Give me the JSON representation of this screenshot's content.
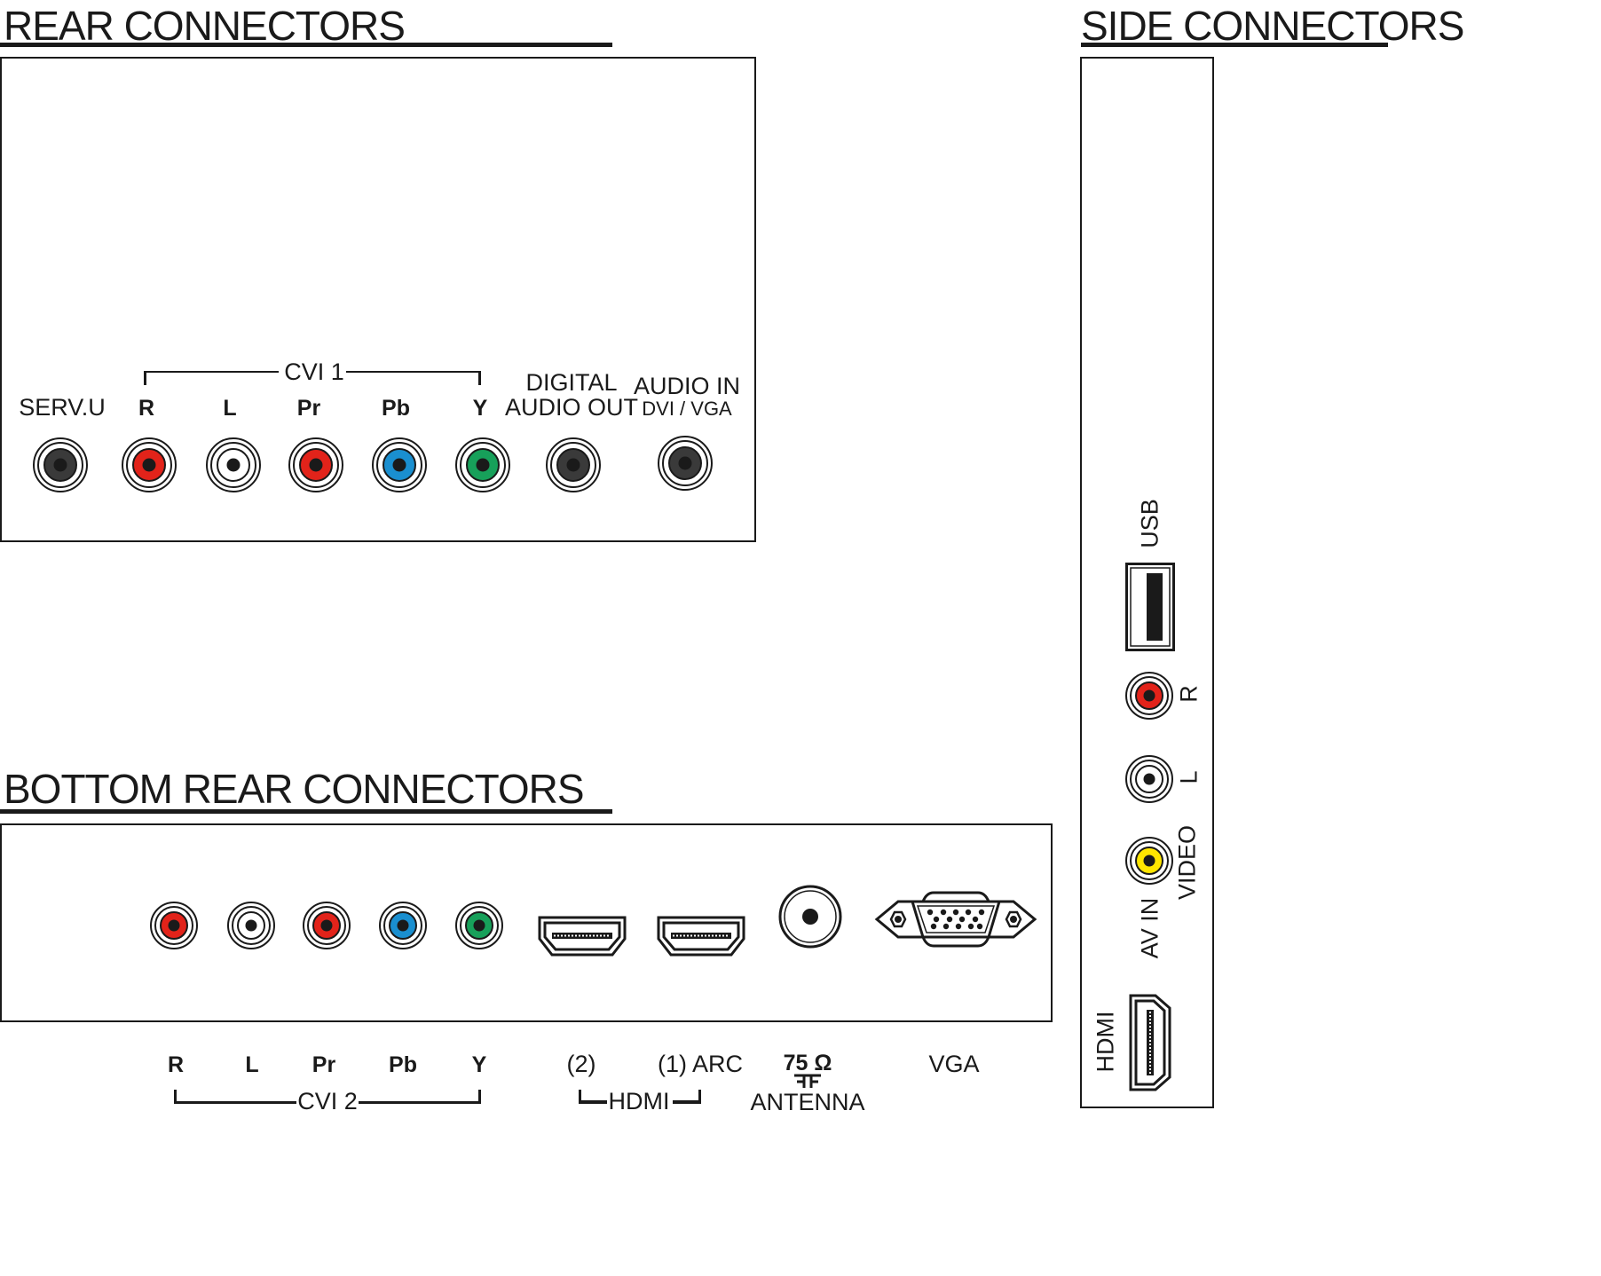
{
  "colors": {
    "ink": "#1a1a1a",
    "red": "#e2231a",
    "white": "#ffffff",
    "blue": "#1a8fd0",
    "green": "#17a05a",
    "yellow": "#ffe600",
    "black": "#3a3a3a"
  },
  "rear": {
    "title": "REAR CONNECTORS",
    "group_label": "CVI 1",
    "serv_label": "SERV.U",
    "cvi_labels": [
      "R",
      "L",
      "Pr",
      "Pb",
      "Y"
    ],
    "digital_audio_label_1": "DIGITAL",
    "digital_audio_label_2": "AUDIO OUT",
    "audio_in_label": "AUDIO IN",
    "audio_in_sub": "DVI / VGA"
  },
  "side": {
    "title": "SIDE CONNECTORS",
    "usb_label": "USB",
    "r_label": "R",
    "l_label": "L",
    "video_label": "VIDEO",
    "av_in_label": "AV IN",
    "hdmi_label": "HDMI"
  },
  "bottom": {
    "title": "BOTTOM REAR CONNECTORS",
    "cvi_labels": [
      "R",
      "L",
      "Pr",
      "Pb",
      "Y"
    ],
    "cvi_group_label": "CVI 2",
    "hdmi2_label": "(2)",
    "hdmi1_label": "(1) ARC",
    "hdmi_group_label": "HDMI",
    "ohm_label": "75 Ω",
    "antenna_label": "ANTENNA",
    "vga_label": "VGA"
  }
}
